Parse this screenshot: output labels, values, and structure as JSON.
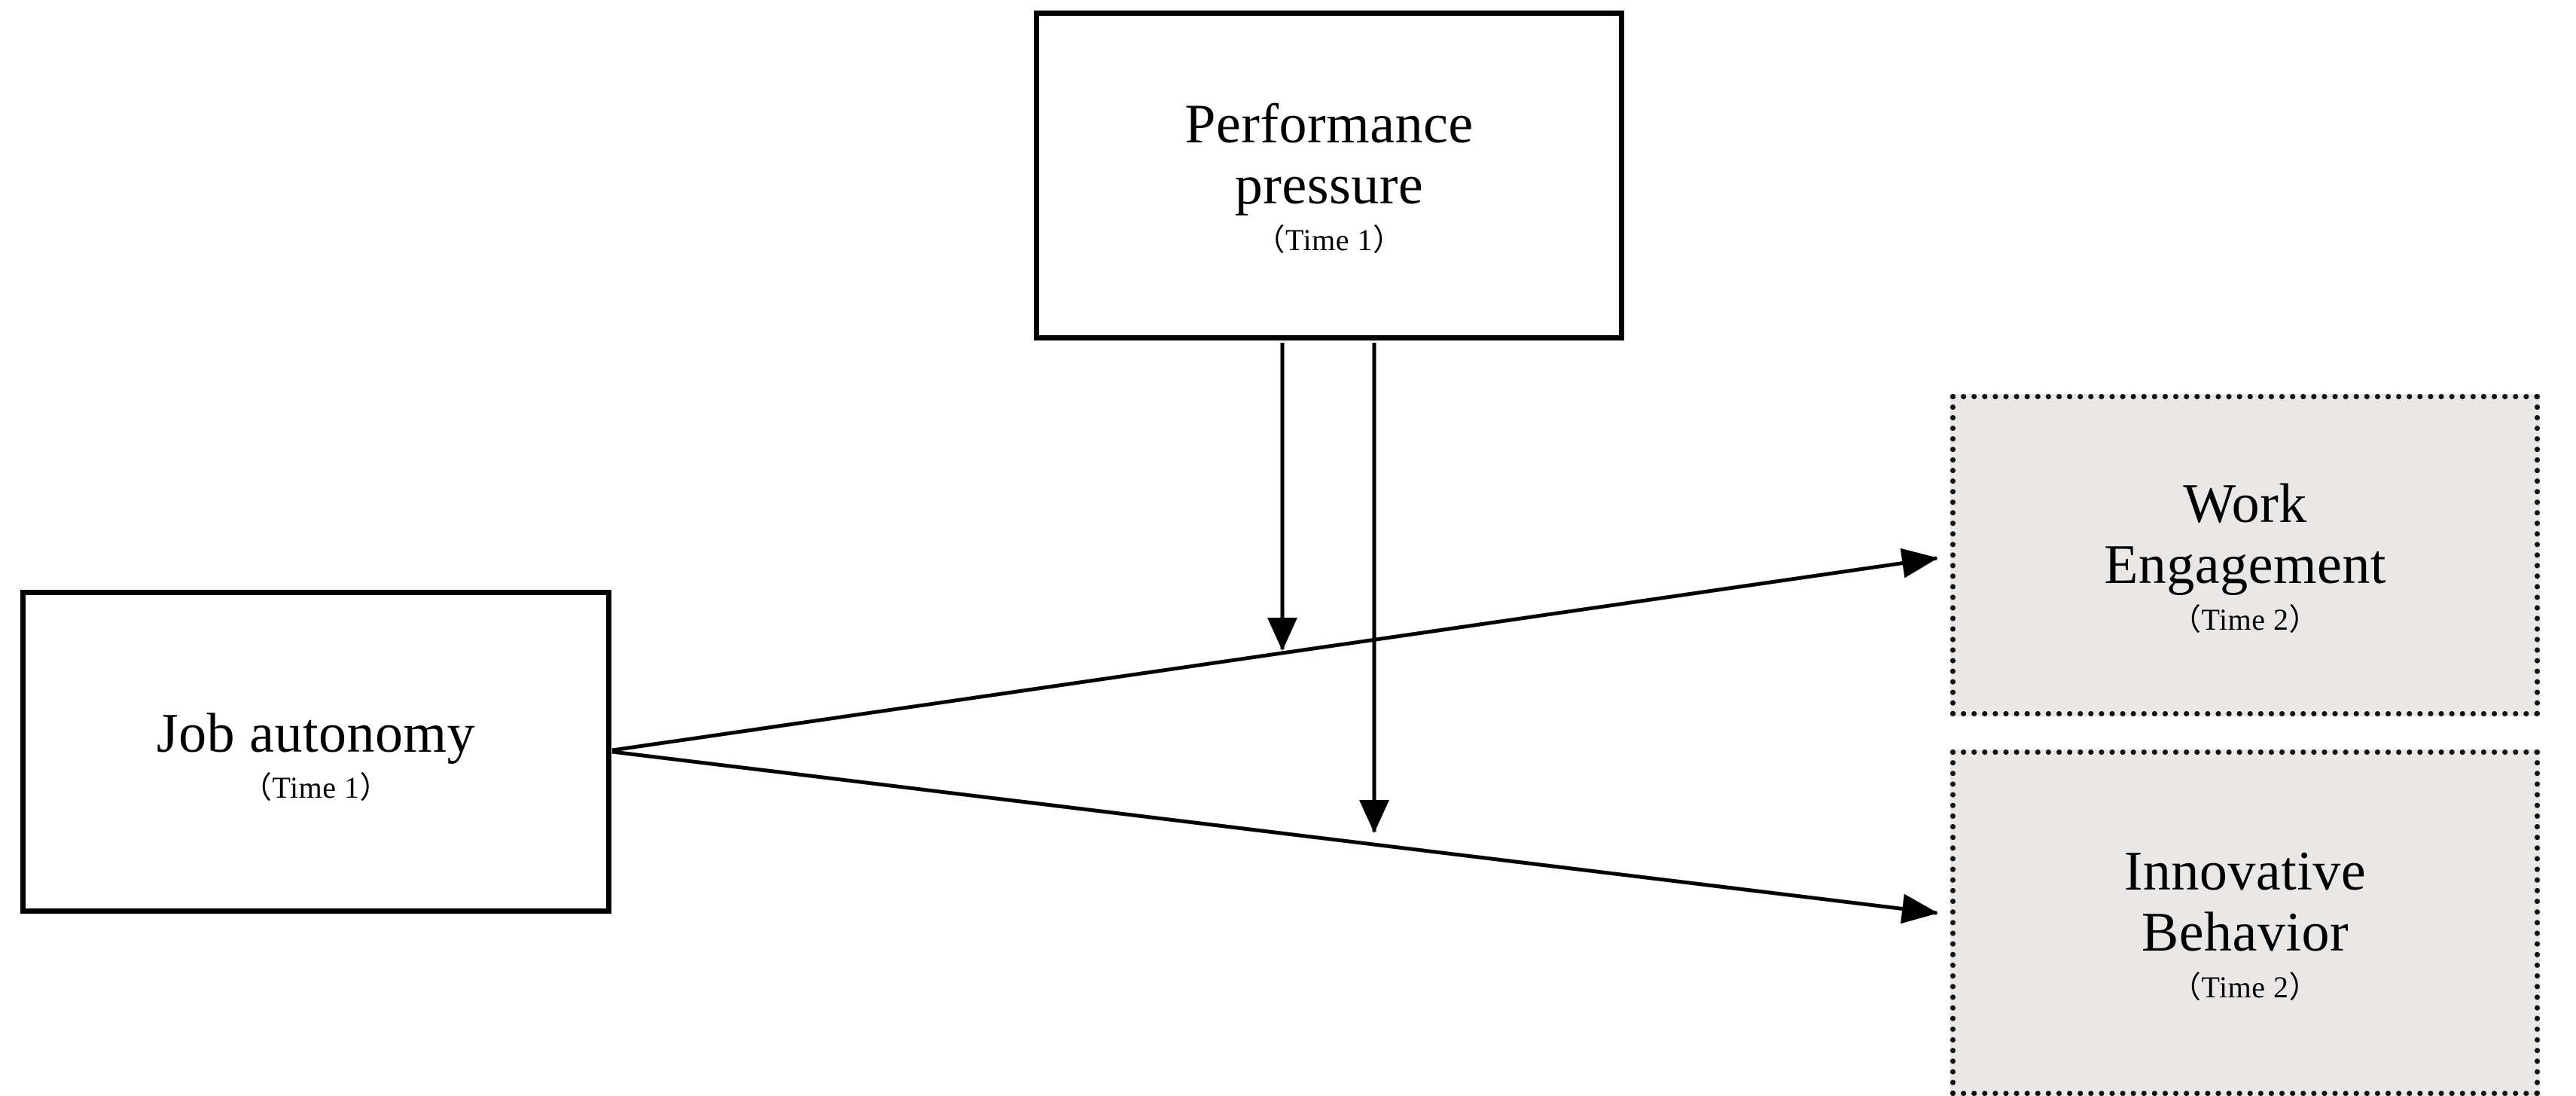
{
  "diagram": {
    "type": "conceptual-research-model",
    "background_color": "#FFFFFF",
    "nodes": [
      {
        "id": "performance-pressure",
        "title": "Performance\npressure",
        "time_label": "（Time 1）",
        "role": "moderator",
        "border_style": "solid",
        "fill_color": "#FFFFFF",
        "border_color": "#000000"
      },
      {
        "id": "job-autonomy",
        "title": "Job autonomy",
        "time_label": "（Time 1）",
        "role": "predictor",
        "border_style": "solid",
        "fill_color": "#FFFFFF",
        "border_color": "#000000"
      },
      {
        "id": "work-engagement",
        "title": "Work\nEngagement",
        "time_label": "（Time 2）",
        "role": "outcome",
        "border_style": "dotted",
        "fill_color": "#EAE7E7",
        "border_color": "#121212"
      },
      {
        "id": "innovative-behavior",
        "title": "Innovative\nBehavior",
        "time_label": "（Time 2）",
        "role": "outcome",
        "border_style": "dotted",
        "fill_color": "#EAE7E7",
        "border_color": "#121212"
      }
    ],
    "edges": [
      {
        "id": "job-autonomy-to-work-engagement",
        "from": "job-autonomy",
        "to": "work-engagement",
        "kind": "direct-effect",
        "style": "solid-arrow"
      },
      {
        "id": "job-autonomy-to-innovative-behavior",
        "from": "job-autonomy",
        "to": "innovative-behavior",
        "kind": "direct-effect",
        "style": "solid-arrow"
      },
      {
        "id": "performance-pressure-moderates-engagement-path",
        "from": "performance-pressure",
        "to": "job-autonomy-to-work-engagement",
        "kind": "moderation",
        "style": "solid-arrow-onto-path"
      },
      {
        "id": "performance-pressure-moderates-behavior-path",
        "from": "performance-pressure",
        "to": "job-autonomy-to-innovative-behavior",
        "kind": "moderation",
        "style": "solid-arrow-onto-path"
      }
    ]
  }
}
